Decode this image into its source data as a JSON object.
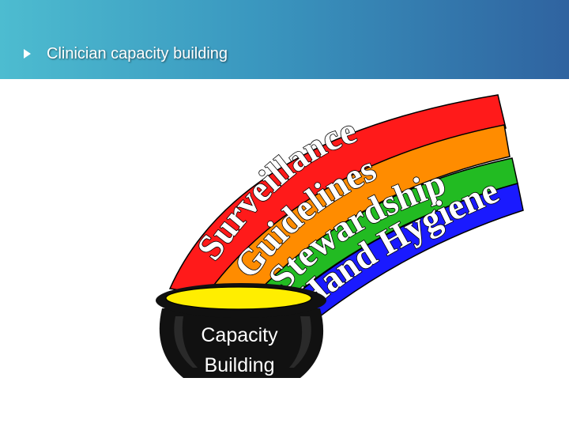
{
  "slide": {
    "title": "Clinician capacity building",
    "bullet_icon": "triangle-bullet-icon"
  },
  "diagram": {
    "bands": [
      {
        "label": "Surveillance",
        "color": "#ff1a1a"
      },
      {
        "label": "Guidelines",
        "color": "#ff8c00"
      },
      {
        "label": "Stewardship",
        "color": "#22bb22"
      },
      {
        "label": "Hand Hygiene",
        "color": "#1a1aff"
      }
    ],
    "pot": {
      "line1": "Capacity",
      "line2": "Building",
      "gold_color": "#ffee00",
      "body_color": "#111111"
    }
  },
  "colors": {
    "header_left": "#4dbcd0",
    "header_right": "#2f63a0",
    "word_fill": "#ffffff",
    "word_outline": "#000000"
  }
}
